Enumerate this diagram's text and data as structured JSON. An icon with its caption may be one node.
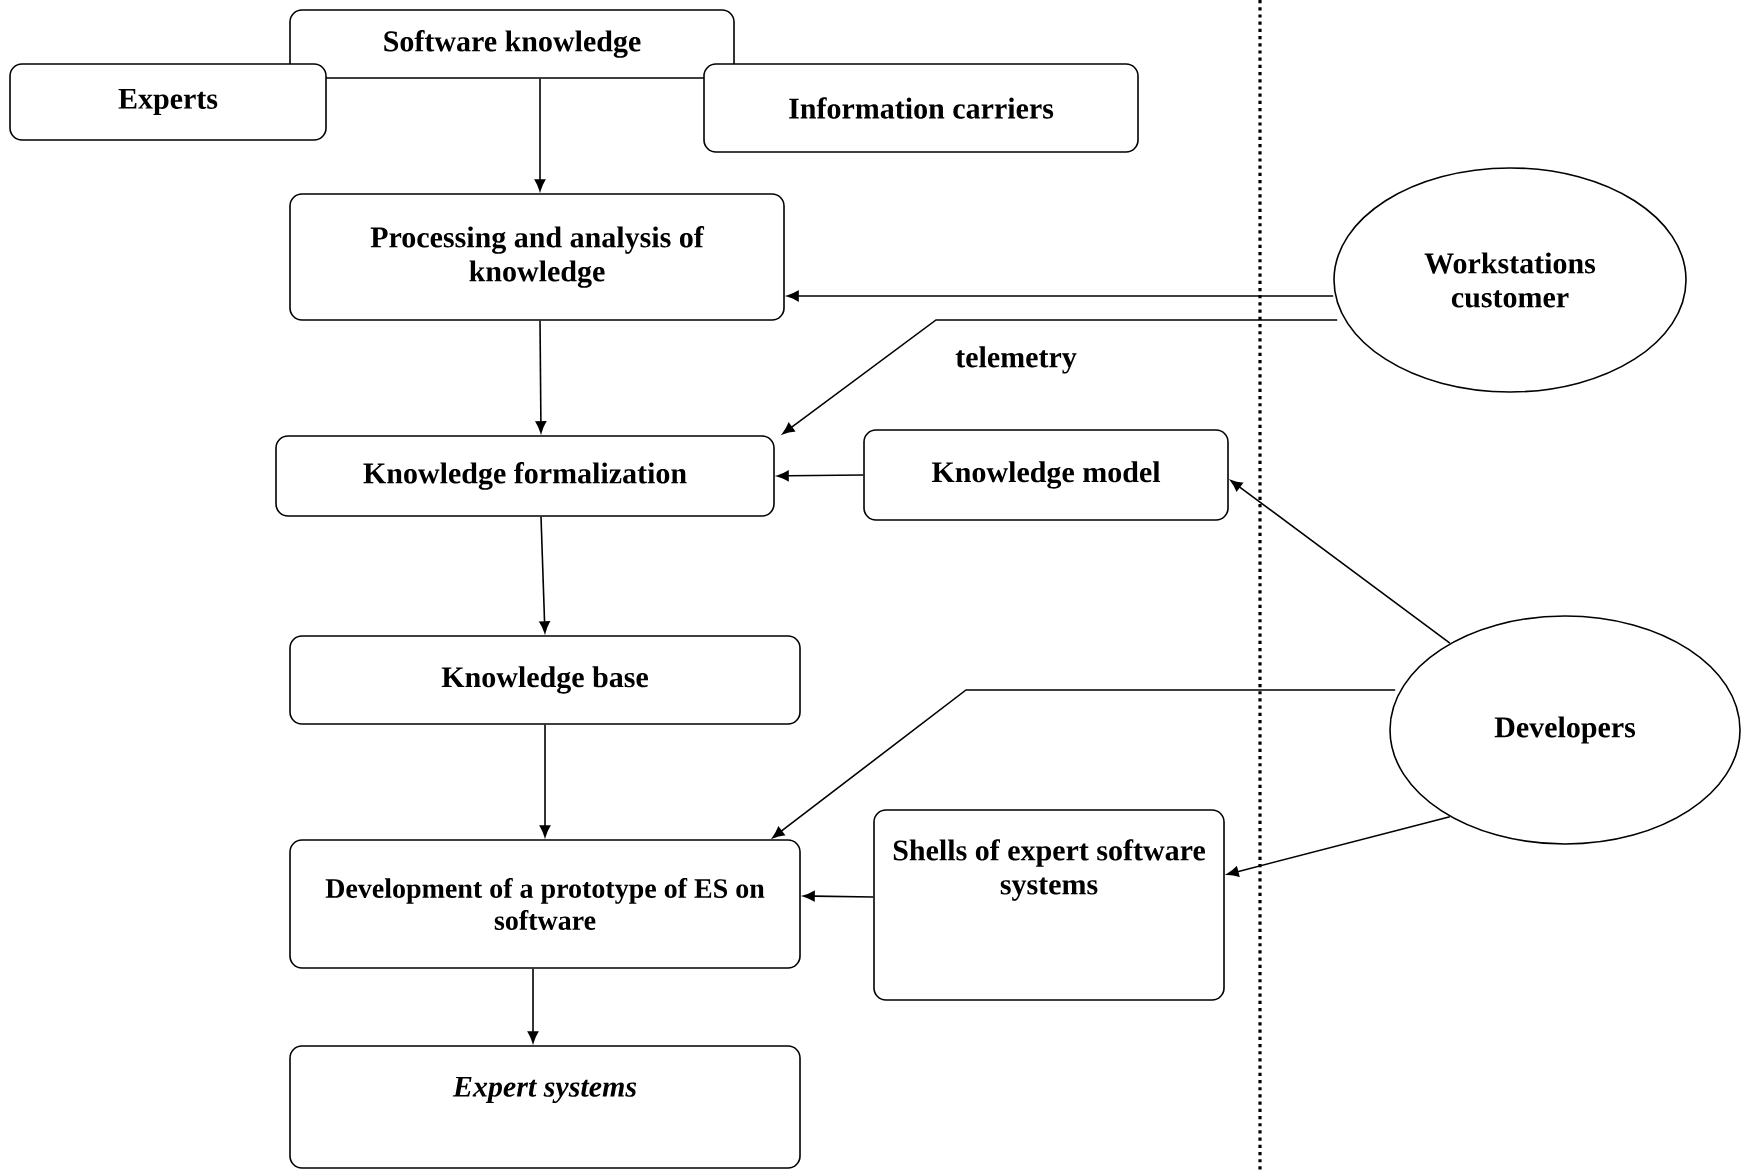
{
  "diagram": {
    "nodes": [
      {
        "text": [
          "Software knowledge"
        ]
      },
      {
        "text": [
          "Experts"
        ]
      },
      {
        "text": [
          "Information carriers"
        ]
      },
      {
        "text": [
          "Processing and analysis of knowledge"
        ]
      },
      {
        "text": [
          "Knowledge formalization"
        ]
      },
      {
        "text": [
          "Knowledge model"
        ]
      },
      {
        "text": [
          "Knowledge base"
        ]
      },
      {
        "text": [
          "Development of a prototype of ES on software"
        ]
      },
      {
        "text": [
          "Shells of expert software systems"
        ]
      },
      {
        "text": [
          "Expert systems"
        ]
      },
      {
        "text": [
          "Workstations customer"
        ]
      },
      {
        "text": [
          "Developers"
        ]
      }
    ],
    "edges": [
      {
        "from": 0,
        "to": 3,
        "arrow": "to"
      },
      {
        "from": 3,
        "to": 4,
        "arrow": "to"
      },
      {
        "from": 4,
        "to": 6,
        "arrow": "to"
      },
      {
        "from": 6,
        "to": 7,
        "arrow": "to"
      },
      {
        "from": 7,
        "to": 9,
        "arrow": "to"
      },
      {
        "from": 10,
        "to": 3,
        "arrow": "to"
      },
      {
        "from": 10,
        "to": 4,
        "arrow": "to",
        "label": "telemetry"
      },
      {
        "from": 5,
        "to": 4,
        "arrow": "to"
      },
      {
        "from": 11,
        "to": 5,
        "arrow": "to"
      },
      {
        "from": 11,
        "to": 7,
        "arrow": "to"
      },
      {
        "from": 11,
        "to": 8,
        "arrow": "to"
      },
      {
        "from": 8,
        "to": 7,
        "arrow": "to"
      }
    ]
  }
}
